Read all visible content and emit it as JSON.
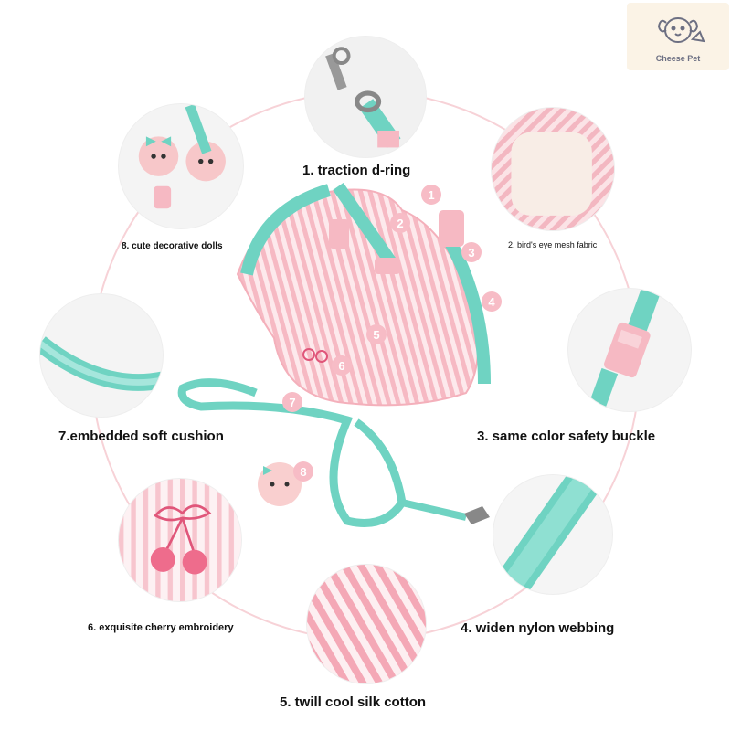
{
  "brand": {
    "name": "Cheese Pet",
    "icon": "dog-icon"
  },
  "features": [
    {
      "num": "1",
      "text": "1. traction d-ring"
    },
    {
      "num": "2",
      "text": "2. bird's eye mesh fabric"
    },
    {
      "num": "3",
      "text": "3. same color safety buckle"
    },
    {
      "num": "4",
      "text": "4. widen nylon webbing"
    },
    {
      "num": "5",
      "text": "5. twill cool silk cotton"
    },
    {
      "num": "6",
      "text": "6. exquisite cherry embroidery"
    },
    {
      "num": "7",
      "text": "7.embedded soft cushion"
    },
    {
      "num": "8",
      "text": "8. cute decorative dolls"
    }
  ],
  "colors": {
    "mint": "#6fd3c2",
    "pink": "#f6b9c3",
    "light_pink": "#fbe0e4",
    "ring": "#f7d2d7"
  }
}
